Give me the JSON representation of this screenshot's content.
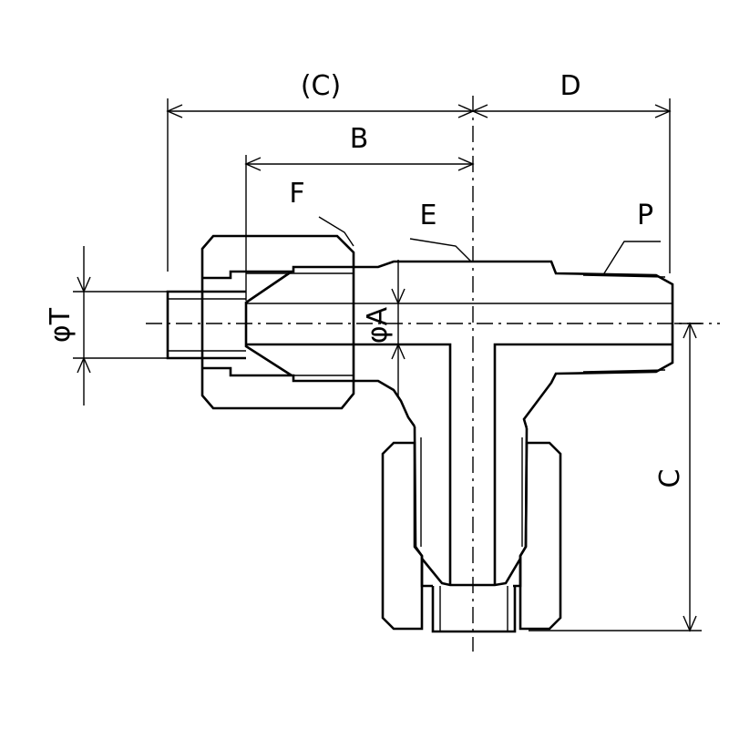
{
  "drawing": {
    "title": "Union tee fitting dimension drawing",
    "labels": {
      "c_overall": "(C)",
      "d": "D",
      "b": "B",
      "f": "F",
      "e": "E",
      "p": "P",
      "phi_t": "φT",
      "phi_a": "φA",
      "c": "C"
    },
    "line_color": "#000000",
    "background": "#ffffff"
  }
}
